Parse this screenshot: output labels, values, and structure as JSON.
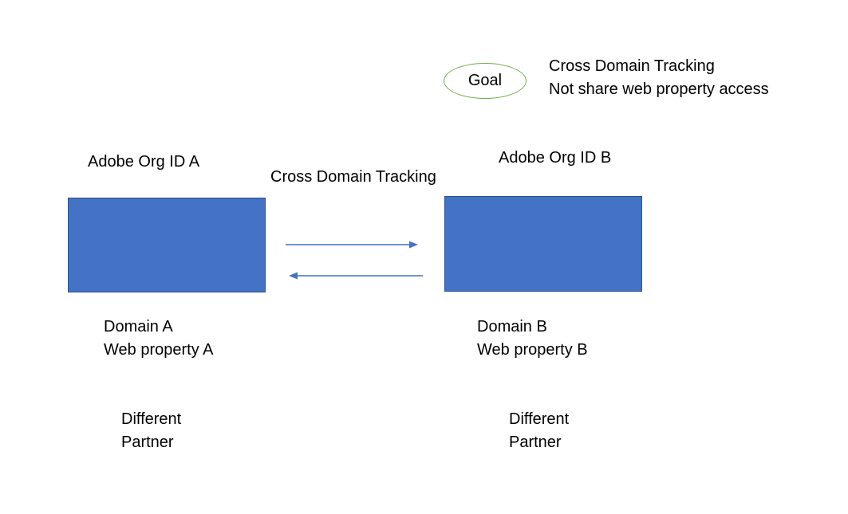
{
  "goal": {
    "label": "Goal",
    "description_line1": "Cross Domain Tracking",
    "description_line2": "Not share web property access"
  },
  "center": {
    "arrow_label": "Cross Domain Tracking"
  },
  "org_a": {
    "title": "Adobe Org ID A",
    "domain": "Domain A",
    "web_property": "Web property A",
    "partner_line1": "Different",
    "partner_line2": "Partner"
  },
  "org_b": {
    "title": "Adobe Org ID B",
    "domain": "Domain B",
    "web_property": "Web property B",
    "partner_line1": "Different",
    "partner_line2": "Partner"
  },
  "colors": {
    "box_fill": "#4472C4",
    "box_border": "#2F528F",
    "ellipse_stroke": "#70AD47",
    "arrow": "#4472C4",
    "text": "#000000",
    "background": "#FFFFFF"
  }
}
